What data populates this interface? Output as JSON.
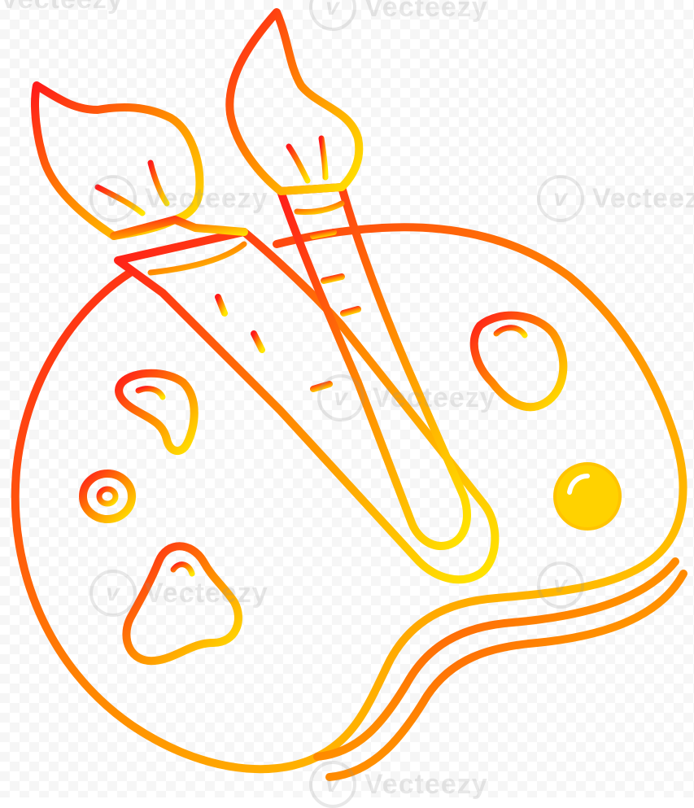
{
  "image": {
    "subject": "cartoon paint palette with two paint brushes",
    "style": "line art with warm gradient stroke",
    "colors": {
      "gradient_start": "#ff1a1a",
      "gradient_mid": "#ff8a00",
      "gradient_end": "#ffe600",
      "background": "#ffffff"
    }
  },
  "watermark": {
    "text": "Vecteezy",
    "logo_glyph": "v"
  }
}
